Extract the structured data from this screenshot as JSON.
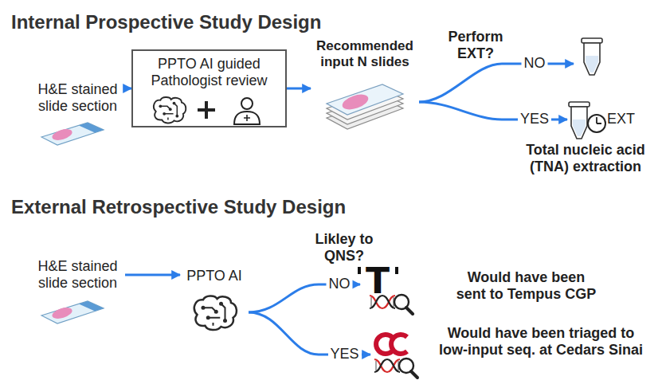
{
  "diagram": {
    "nodes": [
      {
        "text": [
          "H&E stained slide section"
        ]
      },
      {
        "text": [
          "PPTO AI guided Pathologist review"
        ]
      },
      {
        "text": [
          "Recommended input N slides"
        ]
      },
      {
        "text": [
          "EXT",
          "Total nucleic acid (TNA) extraction"
        ]
      },
      {
        "text": [
          "H&E stained slide section"
        ]
      },
      {
        "text": [
          "PPTO AI"
        ]
      },
      {
        "text": [
          "Would have been sent to Tempus CGP"
        ]
      },
      {
        "text": [
          "Would have been triaged to low-input seq. at Cedars Sinai"
        ]
      }
    ],
    "edges": [
      {
        "from": 0,
        "to": 1,
        "arrow": "to"
      },
      {
        "from": 1,
        "to": 2,
        "arrow": "to"
      },
      {
        "from": 2,
        "to": 3,
        "label": "YES",
        "arrow": "to"
      },
      {
        "from": 4,
        "to": 5,
        "arrow": "to"
      },
      {
        "from": 5,
        "to": 6,
        "label": "NO",
        "arrow": "to"
      },
      {
        "from": 5,
        "to": 7,
        "label": "YES",
        "arrow": "to"
      }
    ],
    "labels": [
      "Internal Prospective Study Design",
      "Perform EXT?",
      "NO",
      "External Retrospective Study Design",
      "Likley to QNS?",
      "T"
    ]
  }
}
